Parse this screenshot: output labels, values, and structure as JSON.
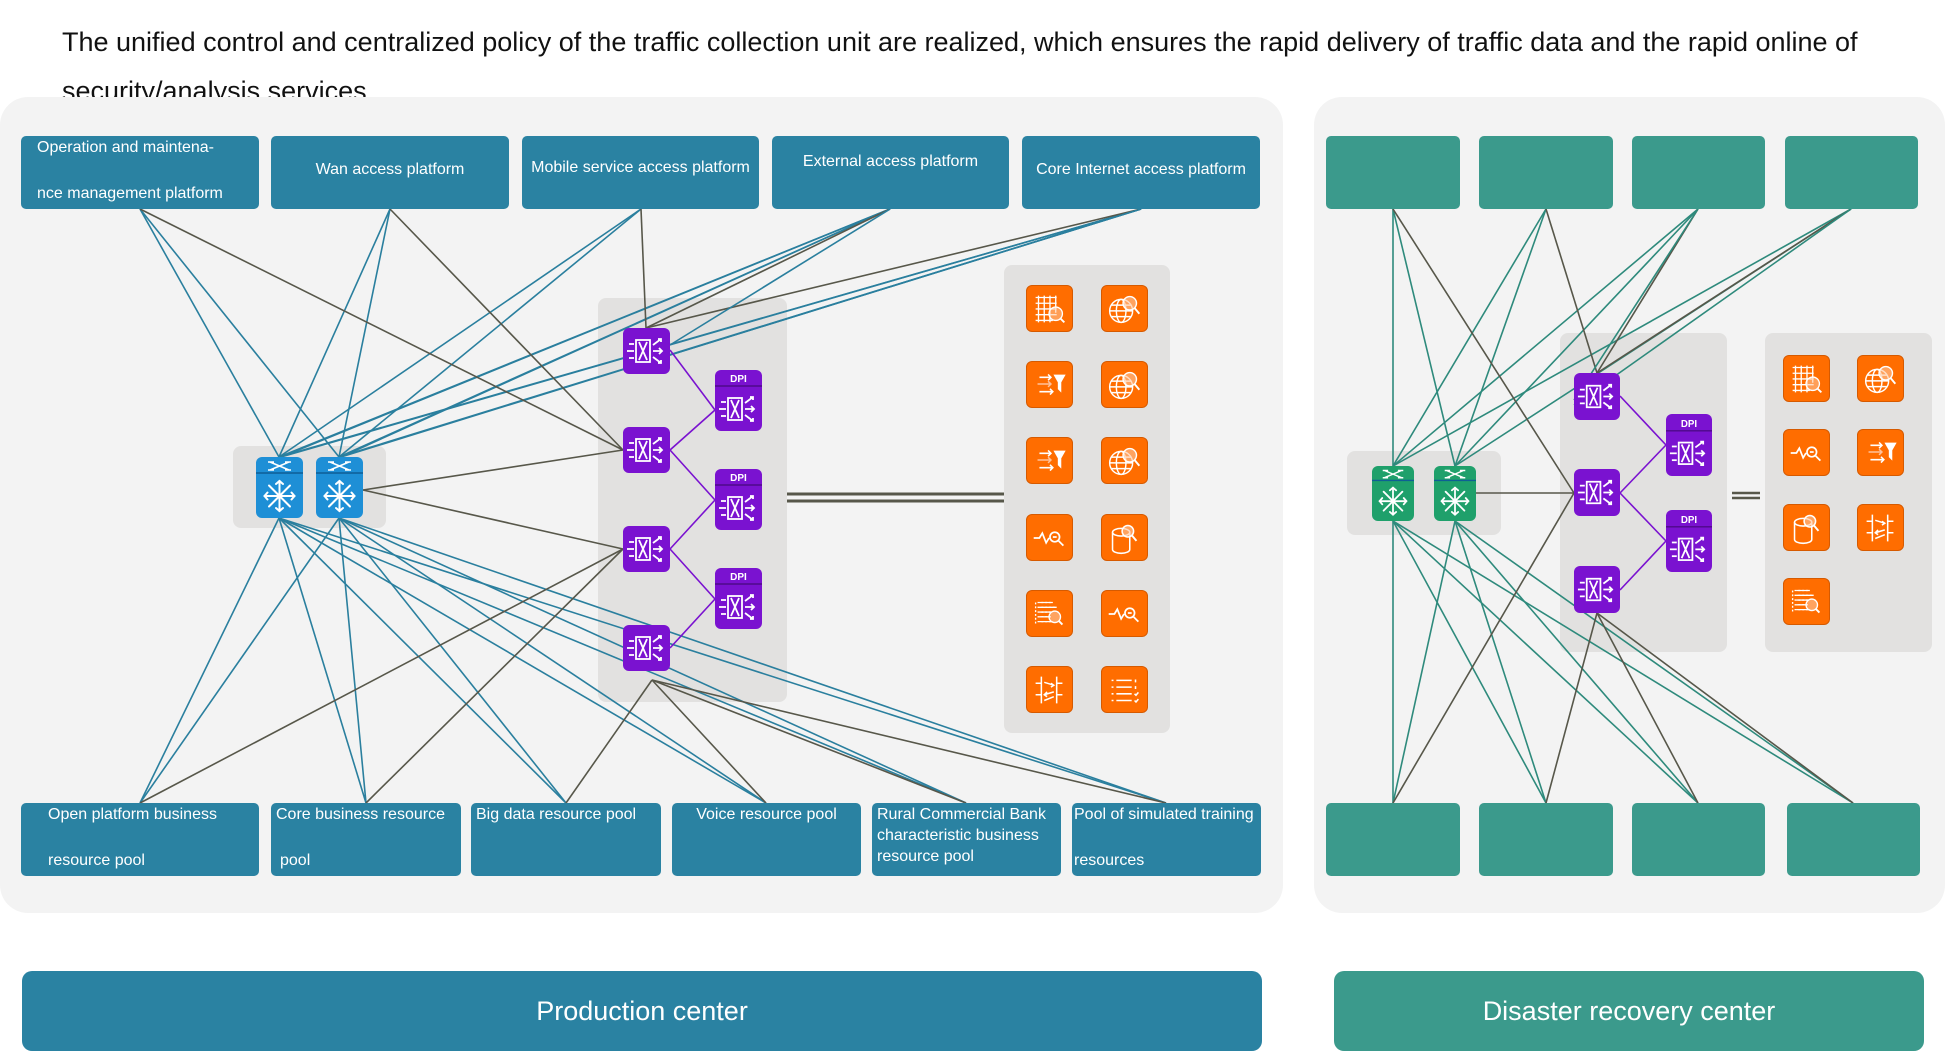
{
  "headline": "The unified control and centralized policy of the traffic collection unit are realized, which ensures the rapid delivery of traffic data and the rapid online of security/analysis services",
  "colors": {
    "production_blue": "#2a82a2",
    "dr_teal": "#3b9a8c",
    "switch_blue": "#1e8fd6",
    "switch_green": "#1fa06b",
    "collector_purple": "#7a12d0",
    "tool_orange": "#ff6d00",
    "wire_blue": "#2a7f9e",
    "wire_teal": "#2e8a7c",
    "wire_gray": "#57574a"
  },
  "production": {
    "access_platforms": [
      {
        "lines": [
          "Operation and maintena-",
          "nce management platform"
        ]
      },
      {
        "lines": [
          "Wan access platform"
        ]
      },
      {
        "lines": [
          "Mobile service access platform"
        ]
      },
      {
        "lines": [
          "External access platform"
        ]
      },
      {
        "lines": [
          "Core Internet access platform"
        ]
      }
    ],
    "resource_pools": [
      {
        "lines": [
          "Open platform business",
          "resource pool"
        ]
      },
      {
        "lines": [
          "Core business resource",
          "pool"
        ]
      },
      {
        "lines": [
          "Big data resource pool"
        ]
      },
      {
        "lines": [
          "Voice resource pool"
        ]
      },
      {
        "lines": [
          "Rural Commercial Bank",
          "characteristic business",
          "resource pool"
        ]
      },
      {
        "lines": [
          "Pool of simulated training",
          "resources"
        ]
      }
    ],
    "core_switches": [
      {
        "icon": "core-switch-icon"
      },
      {
        "icon": "core-switch-icon"
      }
    ],
    "collectors": [
      {
        "icon": "traffic-collector-icon"
      },
      {
        "icon": "traffic-collector-icon"
      },
      {
        "icon": "traffic-collector-icon"
      },
      {
        "icon": "traffic-collector-icon"
      }
    ],
    "dpi_units": [
      {
        "label": "DPI",
        "icon": "dpi-icon"
      },
      {
        "label": "DPI",
        "icon": "dpi-icon"
      },
      {
        "label": "DPI",
        "icon": "dpi-icon"
      }
    ],
    "tools": [
      "grid-search-icon",
      "globe-search-icon",
      "flow-filter-icon",
      "globe-search-icon",
      "flow-filter-icon",
      "globe-search-icon",
      "signal-search-icon",
      "database-search-icon",
      "list-search-icon",
      "signal-search-icon",
      "traffic-switch-icon",
      "checklist-icon"
    ],
    "footer_label": "Production center"
  },
  "disaster_recovery": {
    "access_platforms": [
      {},
      {},
      {},
      {}
    ],
    "resource_pools": [
      {},
      {},
      {},
      {}
    ],
    "core_switches": [
      {
        "icon": "core-switch-icon"
      },
      {
        "icon": "core-switch-icon"
      }
    ],
    "collectors": [
      {
        "icon": "traffic-collector-icon"
      },
      {
        "icon": "traffic-collector-icon"
      },
      {
        "icon": "traffic-collector-icon"
      }
    ],
    "dpi_units": [
      {
        "label": "DPI",
        "icon": "dpi-icon"
      },
      {
        "label": "DPI",
        "icon": "dpi-icon"
      }
    ],
    "tools": [
      "grid-search-icon",
      "globe-search-icon",
      "signal-search-icon",
      "flow-filter-icon",
      "database-search-icon",
      "traffic-switch-icon",
      "list-search-icon"
    ],
    "footer_label": "Disaster recovery center"
  }
}
